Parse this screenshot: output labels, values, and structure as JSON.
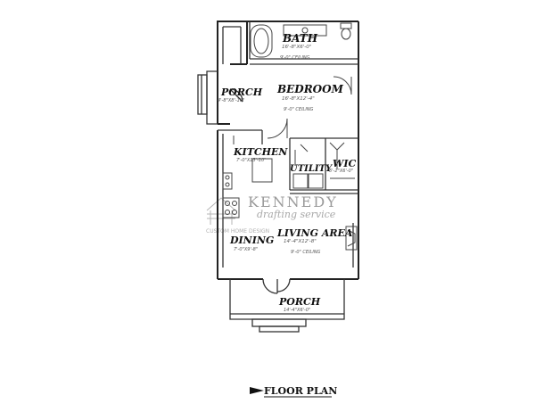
{
  "rooms": {
    "bath": {
      "name": "BATH",
      "dims": "16'-8\"X6'-0\"",
      "ceiling": "9'-0\" CEILING"
    },
    "bedroom": {
      "name": "BEDROOM",
      "dims": "16'-8\"X12'-4\"",
      "ceiling": "9'-0\" CEILING"
    },
    "porch_side": {
      "name": "PORCH",
      "dims": "4'-8\"X8'-10\""
    },
    "kitchen": {
      "name": "KITCHEN",
      "dims": "7'-0\"X13'-10\""
    },
    "utility": {
      "name": "UTILITY"
    },
    "wic": {
      "name": "WIC",
      "dims": "5'-2\"X6'-0\""
    },
    "living": {
      "name": "LIVING AREA",
      "dims": "14'-4\"X12'-8\"",
      "ceiling": "9'-0\" CEILING"
    },
    "dining": {
      "name": "DINING",
      "dims": "7'-0\"X9'-8\""
    },
    "porch_front": {
      "name": "PORCH",
      "dims": "14'-4\"X6'-0\""
    }
  },
  "watermark": {
    "line1": "KENNEDY",
    "line2": "drafting service",
    "line3": "CUSTOM HOME DESIGN"
  },
  "title": "FLOOR PLAN",
  "colors": {
    "wall": "#222222",
    "fixture": "#555555",
    "watermark": "#9a9a9a"
  }
}
